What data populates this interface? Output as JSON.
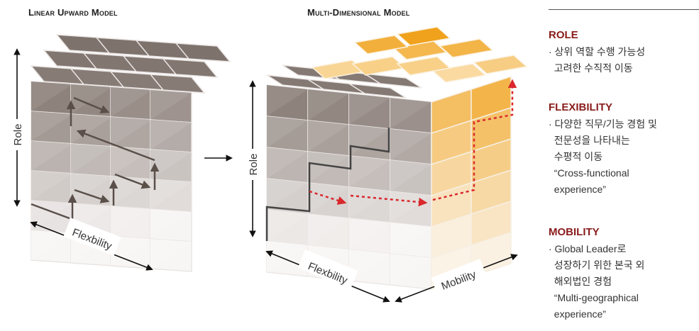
{
  "titles": {
    "linear": "Linear Upward Model",
    "multi": "Multi-Dimensional Model"
  },
  "axis_labels": {
    "role": "Role",
    "flexibility": "Flexbility",
    "mobility": "Mobility"
  },
  "sidebar": {
    "sections": [
      {
        "title": "ROLE",
        "lines": [
          "· 상위 역할 수행 가능성",
          "  고려한 수직적 이동"
        ]
      },
      {
        "title": "FLEXIBILITY",
        "lines": [
          "· 다양한 직무/기능 경험 및",
          "  전문성을 나타내는",
          "  수평적 이동",
          "  “Cross-functional",
          "  experience”"
        ]
      },
      {
        "title": "MOBILITY",
        "lines": [
          "· Global Leader로",
          "  성장하기 위한 본국 외",
          "  해외법인 경험",
          "  “Multi-geographical",
          "  experience”"
        ]
      }
    ]
  },
  "colors": {
    "grey_dark": "#8e827c",
    "orange": "#f0a21c",
    "path_red": "#d9282c",
    "path_dark": "#444444"
  }
}
